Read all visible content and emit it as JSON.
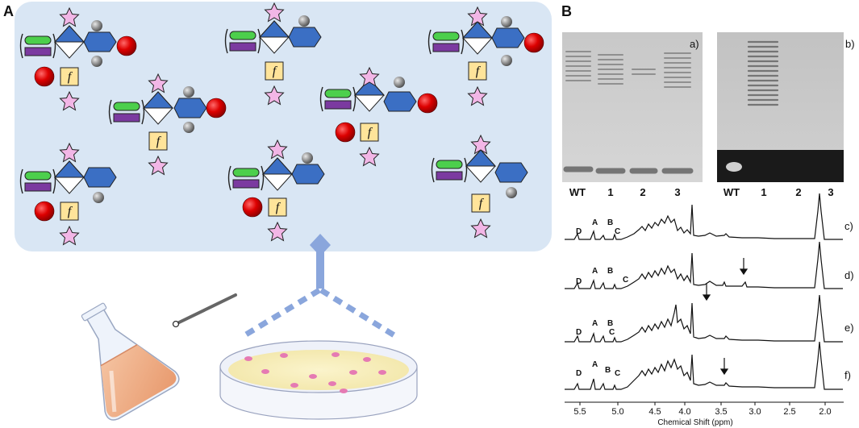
{
  "panels": {
    "a_label": "A",
    "b_label": "B"
  },
  "gel": {
    "panel_a_tag": "a)",
    "panel_b_tag": "b)",
    "lanes": [
      "WT",
      "1",
      "2",
      "3"
    ]
  },
  "nmr": {
    "spectra": [
      {
        "tag": "c)",
        "peaks": [
          "D",
          "A",
          "B",
          "C"
        ]
      },
      {
        "tag": "d)",
        "peaks": [
          "D",
          "A",
          "B",
          "C"
        ]
      },
      {
        "tag": "e)",
        "peaks": [
          "D",
          "A",
          "B",
          "C"
        ]
      },
      {
        "tag": "f)",
        "peaks": [
          "D",
          "A",
          "B",
          "C"
        ]
      }
    ],
    "x_ticks": [
      "5.5",
      "5.0",
      "4.5",
      "4.0",
      "3.5",
      "3.0",
      "2.5",
      "2.0"
    ],
    "x_title": "Chemical Shift (ppm)"
  },
  "glycan": {
    "f_label": "f"
  },
  "colors": {
    "background_box": "#d9e6f4",
    "glc_blue": "#3b6fc4",
    "green": "#4ccf4c",
    "purple": "#7b3aa0",
    "red": "#cc0000",
    "pink_star": "#f2b6e6",
    "yellow_box": "#ffe49a"
  }
}
